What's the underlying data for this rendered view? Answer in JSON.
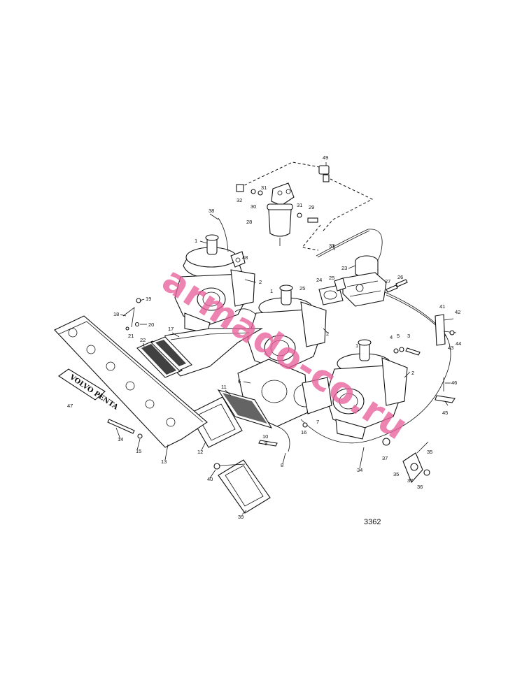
{
  "figure_number": "3362",
  "watermark": "armado-co.ru",
  "cover_logo": "VOLVO PENTA",
  "callouts": [
    {
      "id": "c49a",
      "text": "49"
    },
    {
      "id": "c32",
      "text": "32"
    },
    {
      "id": "c31a",
      "text": "31"
    },
    {
      "id": "c30",
      "text": "30"
    },
    {
      "id": "c31b",
      "text": "31"
    },
    {
      "id": "c29",
      "text": "29"
    },
    {
      "id": "c28",
      "text": "28"
    },
    {
      "id": "c38",
      "text": "38"
    },
    {
      "id": "c1a",
      "text": "1"
    },
    {
      "id": "c48",
      "text": "48"
    },
    {
      "id": "c2a",
      "text": "2"
    },
    {
      "id": "c33",
      "text": "33"
    },
    {
      "id": "c23",
      "text": "23"
    },
    {
      "id": "c24",
      "text": "24"
    },
    {
      "id": "c25a",
      "text": "25"
    },
    {
      "id": "c25b",
      "text": "25"
    },
    {
      "id": "c1b",
      "text": "1"
    },
    {
      "id": "c27",
      "text": "27"
    },
    {
      "id": "c26",
      "text": "26"
    },
    {
      "id": "c19",
      "text": "19"
    },
    {
      "id": "c18",
      "text": "18"
    },
    {
      "id": "c20",
      "text": "20"
    },
    {
      "id": "c21",
      "text": "21"
    },
    {
      "id": "c2b",
      "text": "2"
    },
    {
      "id": "c41",
      "text": "41"
    },
    {
      "id": "c42",
      "text": "42"
    },
    {
      "id": "c17",
      "text": "17"
    },
    {
      "id": "c22",
      "text": "22"
    },
    {
      "id": "c43",
      "text": "43"
    },
    {
      "id": "c44",
      "text": "44"
    },
    {
      "id": "c4",
      "text": "4"
    },
    {
      "id": "c5",
      "text": "5"
    },
    {
      "id": "c3",
      "text": "3"
    },
    {
      "id": "c1c",
      "text": "1"
    },
    {
      "id": "c2c",
      "text": "2"
    },
    {
      "id": "c6",
      "text": "6"
    },
    {
      "id": "c11",
      "text": "11"
    },
    {
      "id": "c46",
      "text": "46"
    },
    {
      "id": "c45",
      "text": "45"
    },
    {
      "id": "c47",
      "text": "47"
    },
    {
      "id": "c7",
      "text": "7"
    },
    {
      "id": "c16",
      "text": "16"
    },
    {
      "id": "c10",
      "text": "10"
    },
    {
      "id": "c9",
      "text": "9"
    },
    {
      "id": "c14",
      "text": "14"
    },
    {
      "id": "c15",
      "text": "15"
    },
    {
      "id": "c13",
      "text": "13"
    },
    {
      "id": "c12",
      "text": "12"
    },
    {
      "id": "c8",
      "text": "8"
    },
    {
      "id": "c35a",
      "text": "35"
    },
    {
      "id": "c37a",
      "text": "37"
    },
    {
      "id": "c34",
      "text": "34"
    },
    {
      "id": "c35b",
      "text": "35"
    },
    {
      "id": "c37b",
      "text": "37"
    },
    {
      "id": "c36",
      "text": "36"
    },
    {
      "id": "c40",
      "text": "40"
    },
    {
      "id": "c39",
      "text": "39"
    }
  ]
}
